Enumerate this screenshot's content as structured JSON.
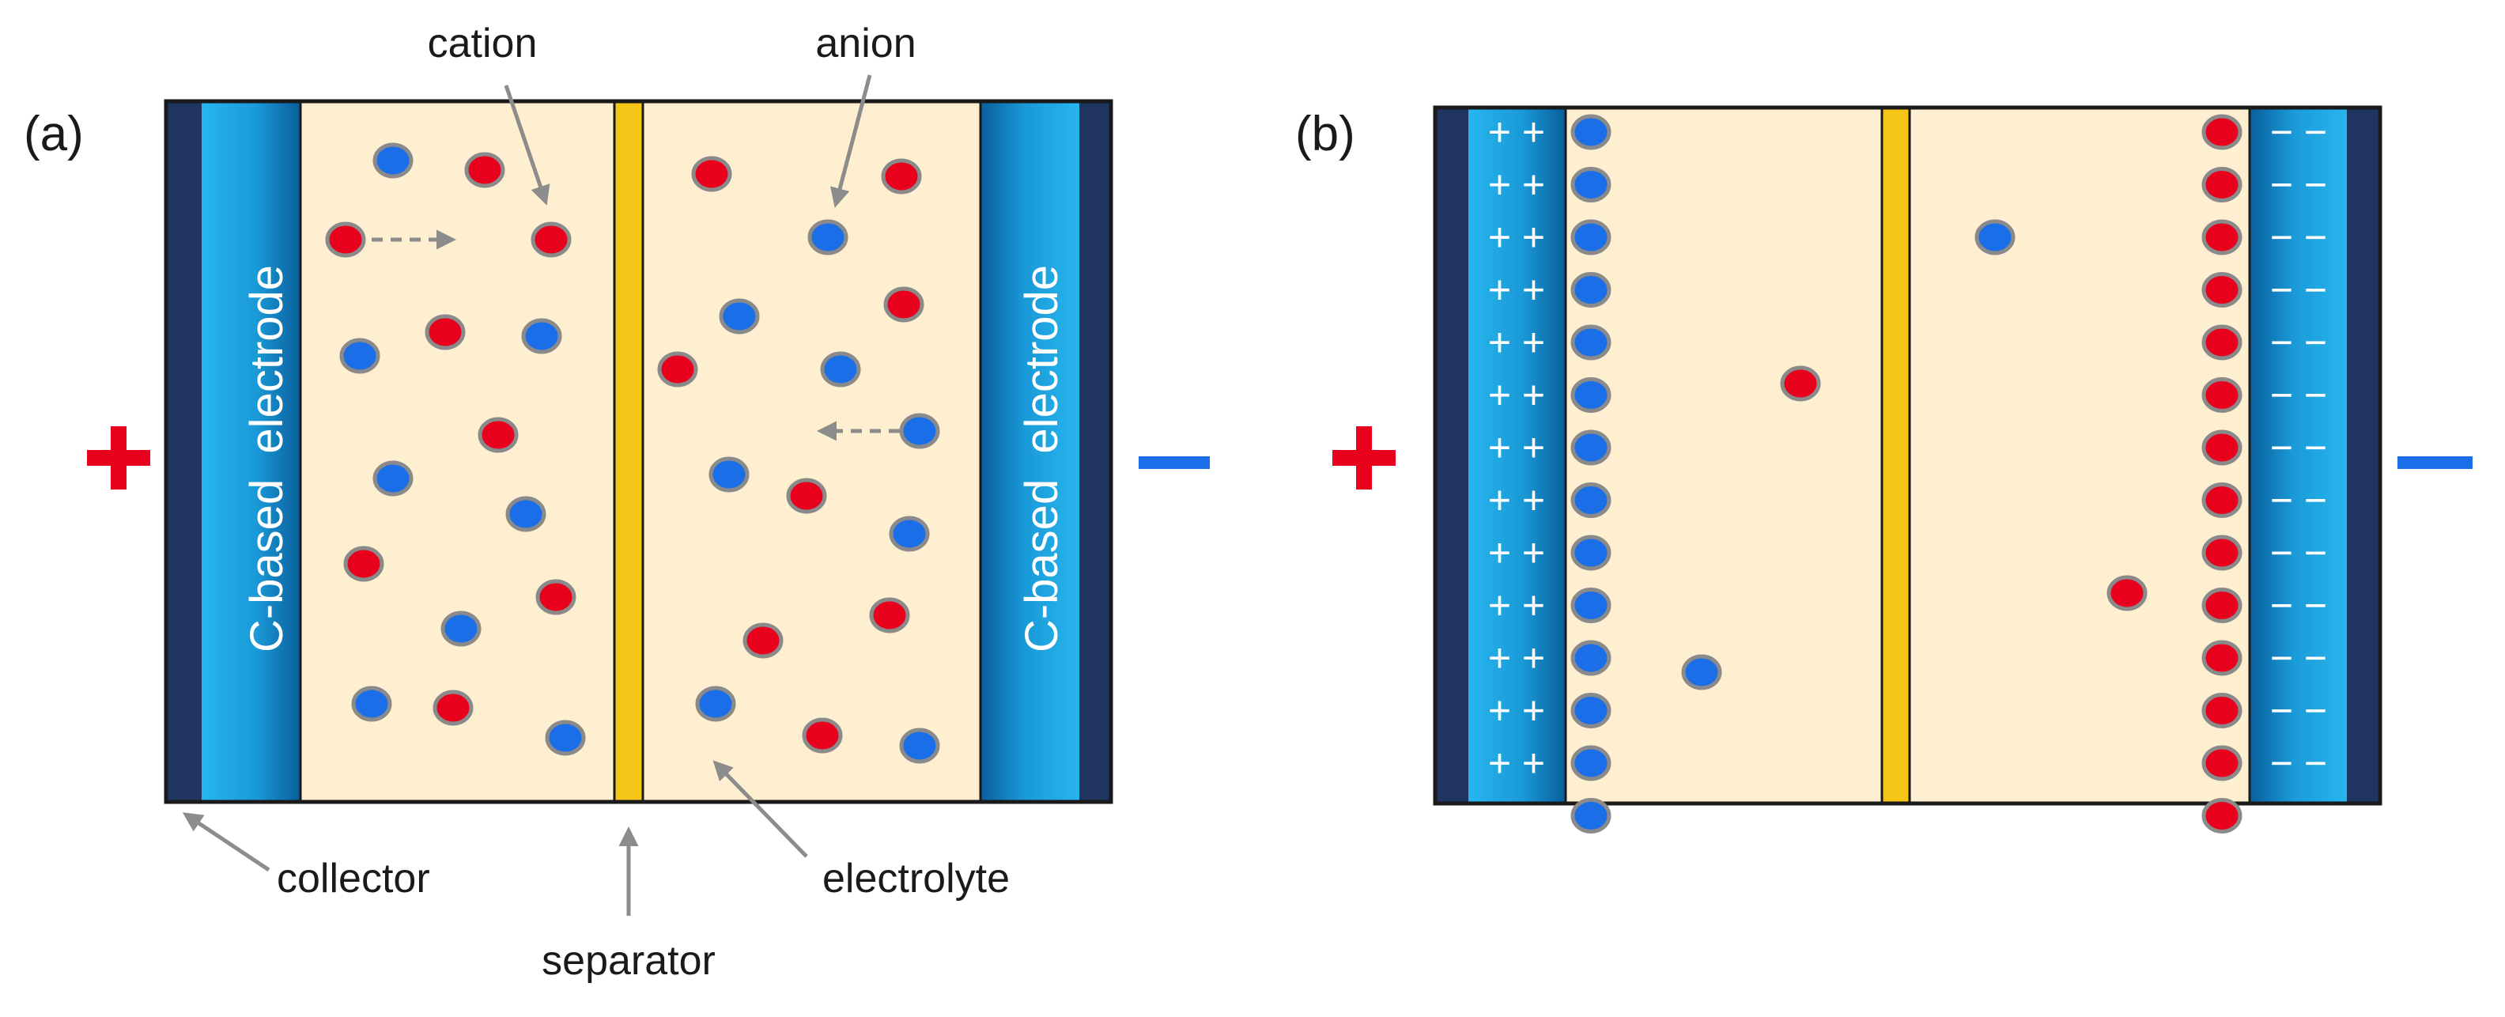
{
  "colors": {
    "cation": "#e8001c",
    "anion": "#1a6ee8",
    "collector": "#1f3560",
    "electrode_light": "#27b6ee",
    "electrode_dark": "#0a6aa8",
    "electrolyte": "#fdefcf",
    "separator": "#f5c518",
    "positive_terminal": "#e8001c",
    "negative_terminal": "#1a6ee8",
    "arrow": "#8c8c8c"
  },
  "panel_a": {
    "label": "(a)",
    "left_electrode_text": "C-based  electrode",
    "right_electrode_text": "C-based  electrode",
    "annotations": {
      "cation": "cation",
      "anion": "anion",
      "collector": "collector",
      "separator": "separator",
      "electrolyte": "electrolyte"
    },
    "positive_terminal": "+",
    "negative_terminal": "−"
  },
  "panel_b": {
    "label": "(b)",
    "positive_terminal": "+",
    "negative_terminal": "−",
    "positive_charge_mark": "+ +",
    "negative_charge_mark": "− −"
  }
}
